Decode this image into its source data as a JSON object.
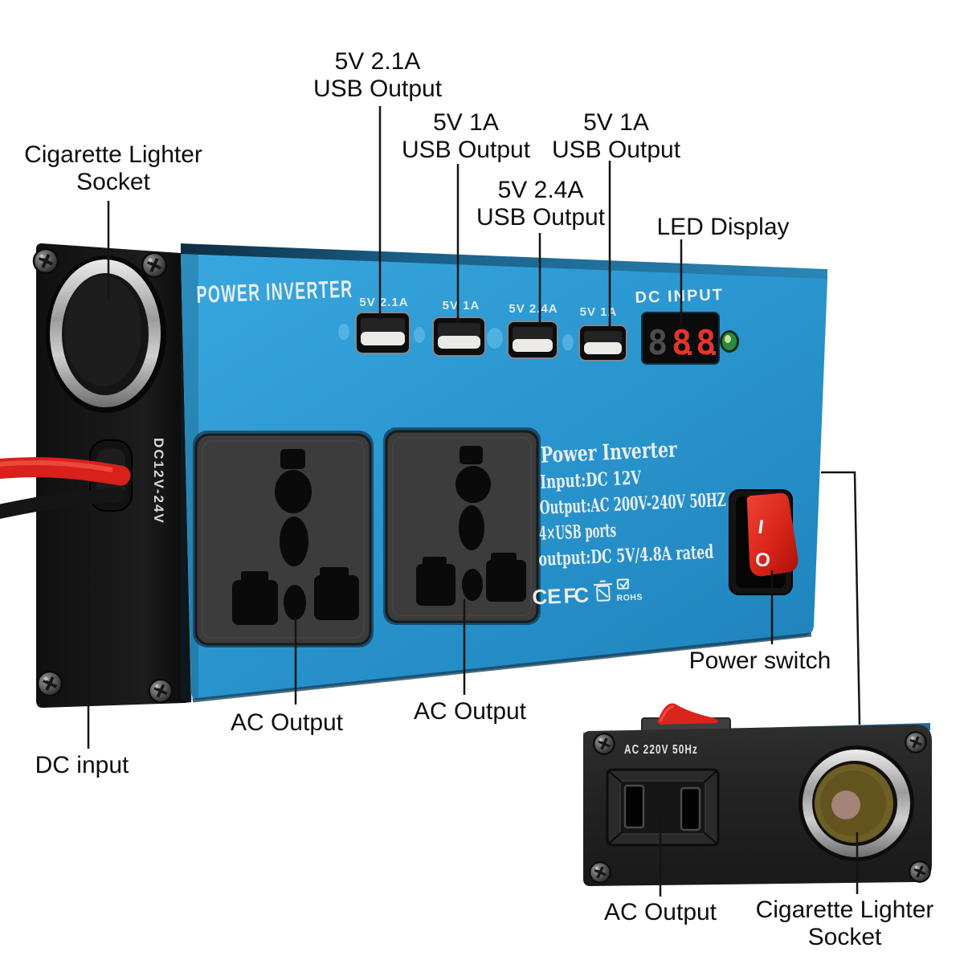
{
  "colors": {
    "body_blue": "#2D9AD3",
    "body_blue_dark": "#1E7FB0",
    "end_cap_black": "#171717",
    "led_digit_red": "#E5342C",
    "led_unlit_gray": "#4D4D4D",
    "led_green": "#8FC447",
    "switch_red": "#DA251C",
    "wire_red": "#D8201C",
    "callout_line": "#141414",
    "label_text": "#0E0E0E",
    "device_text": "#E8EEF2"
  },
  "annotations": {
    "cig_top_1": "Cigarette Lighter",
    "cig_top_2": "Socket",
    "usb1_1": "5V 2.1A",
    "usb1_2": "USB Output",
    "usb2_1": "5V 1A",
    "usb2_2": "USB Output",
    "usb3_1": "5V 1A",
    "usb3_2": "USB Output",
    "usb4_1": "5V 2.4A",
    "usb4_2": "USB Output",
    "led": "LED Display",
    "dc_input": "DC input",
    "ac_left": "AC Output",
    "ac_right": "AC Output",
    "power_switch": "Power switch",
    "ac_bottom": "AC Output",
    "cig_bottom_1": "Cigarette Lighter",
    "cig_bottom_2": "Socket"
  },
  "device": {
    "brand": "POWER INVERTER",
    "usb_ports": [
      "5V 2.1A",
      "5V 1A",
      "5V 2.4A",
      "5V 1A"
    ],
    "display_label": "DC INPUT",
    "display_digits": [
      "8",
      "8",
      "8"
    ],
    "side_text": "DC12V-24V",
    "specs": {
      "title": "Power Inverter",
      "line1": "Input:DC 12V",
      "line2": "Output:AC 200V-240V 50HZ",
      "line3": "4×USB ports",
      "line4": "output:DC 5V/4.8A rated"
    },
    "certs": {
      "ce": "CE",
      "fcc": "FC",
      "rohs": "ROHS"
    },
    "switch": {
      "on": "I",
      "off": "O"
    }
  },
  "end_panel": {
    "rating": "AC 220V 50Hz"
  }
}
